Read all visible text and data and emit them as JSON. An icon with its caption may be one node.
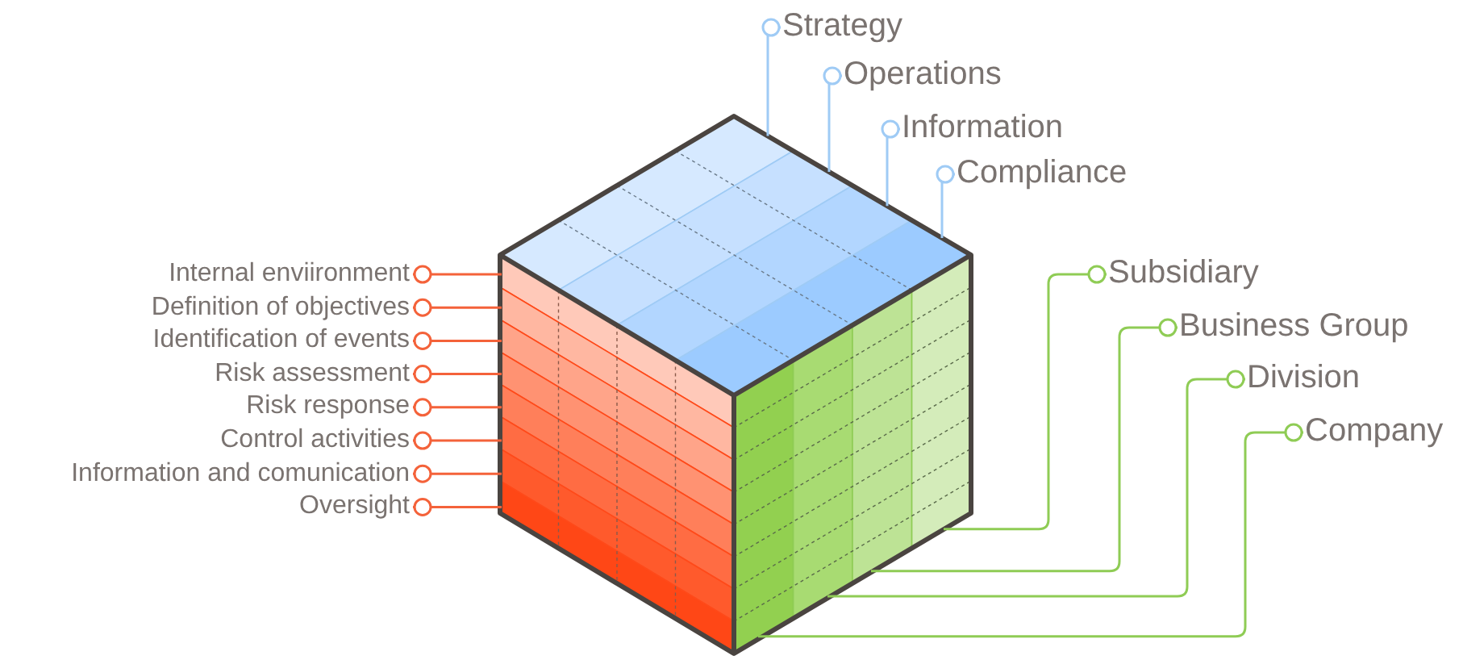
{
  "diagram": {
    "nodes": [
      {
        "text": [
          "Strategy"
        ]
      },
      {
        "text": [
          "Operations"
        ]
      },
      {
        "text": [
          "Information"
        ]
      },
      {
        "text": [
          "Compliance"
        ]
      },
      {
        "text": [
          "Internal enviironment"
        ]
      },
      {
        "text": [
          "Definition of objectives"
        ]
      },
      {
        "text": [
          "Identification of events"
        ]
      },
      {
        "text": [
          "Risk assessment"
        ]
      },
      {
        "text": [
          "Risk response"
        ]
      },
      {
        "text": [
          "Control activities"
        ]
      },
      {
        "text": [
          "Information and comunication"
        ]
      },
      {
        "text": [
          "Oversight"
        ]
      },
      {
        "text": [
          "Subsidiary"
        ]
      },
      {
        "text": [
          "Business Group"
        ]
      },
      {
        "text": [
          "Division"
        ]
      },
      {
        "text": [
          "Company"
        ]
      }
    ],
    "edges": [
      {
        "from": 0,
        "to": null,
        "arrow": "other",
        "color": "#9fcbf5"
      },
      {
        "from": 1,
        "to": null,
        "arrow": "other",
        "color": "#9fcbf5"
      },
      {
        "from": 2,
        "to": null,
        "arrow": "other",
        "color": "#9fcbf5"
      },
      {
        "from": 3,
        "to": null,
        "arrow": "other",
        "color": "#9fcbf5"
      },
      {
        "from": 4,
        "to": null,
        "arrow": "other",
        "color": "#f4623a"
      },
      {
        "from": 5,
        "to": null,
        "arrow": "other",
        "color": "#f4623a"
      },
      {
        "from": 6,
        "to": null,
        "arrow": "other",
        "color": "#f4623a"
      },
      {
        "from": 7,
        "to": null,
        "arrow": "other",
        "color": "#f4623a"
      },
      {
        "from": 8,
        "to": null,
        "arrow": "other",
        "color": "#f4623a"
      },
      {
        "from": 9,
        "to": null,
        "arrow": "other",
        "color": "#f4623a"
      },
      {
        "from": 10,
        "to": null,
        "arrow": "other",
        "color": "#f4623a"
      },
      {
        "from": 11,
        "to": null,
        "arrow": "other",
        "color": "#f4623a"
      },
      {
        "from": 12,
        "to": null,
        "arrow": "other",
        "color": "#8fcc55"
      },
      {
        "from": 13,
        "to": null,
        "arrow": "other",
        "color": "#8fcc55"
      },
      {
        "from": 14,
        "to": null,
        "arrow": "other",
        "color": "#8fcc55"
      },
      {
        "from": 15,
        "to": null,
        "arrow": "other",
        "color": "#8fcc55"
      }
    ]
  }
}
